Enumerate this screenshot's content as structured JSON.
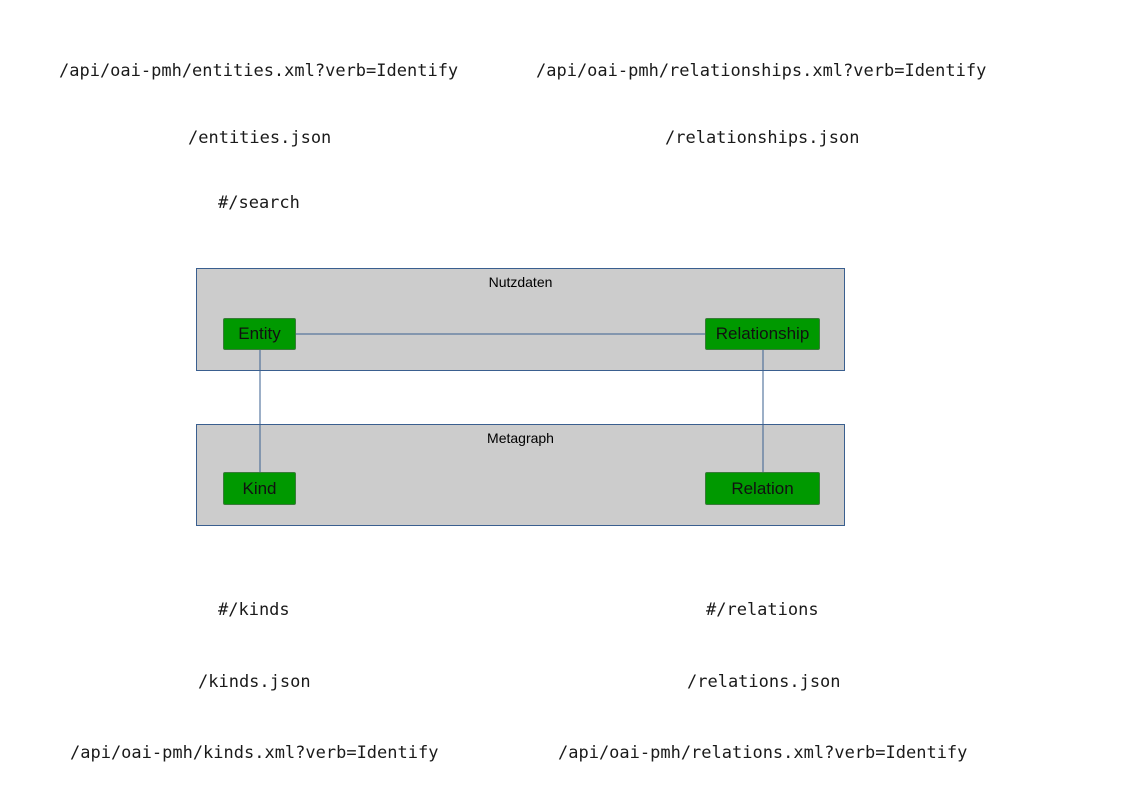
{
  "colors": {
    "group_fill": "#cccccc",
    "group_border": "#3a5f8f",
    "node_fill": "#009900",
    "connector": "#3a5f8f"
  },
  "urls": {
    "entities_oai": "/api/oai-pmh/entities.xml?verb=Identify",
    "relationships_oai": "/api/oai-pmh/relationships.xml?verb=Identify",
    "entities_json": "/entities.json",
    "relationships_json": "/relationships.json",
    "search": "#/search",
    "kinds_route": "#/kinds",
    "relations_route": "#/relations",
    "kinds_json": "/kinds.json",
    "relations_json": "/relations.json",
    "kinds_oai": "/api/oai-pmh/kinds.xml?verb=Identify",
    "relations_oai": "/api/oai-pmh/relations.xml?verb=Identify"
  },
  "groups": {
    "nutzdaten": {
      "title": "Nutzdaten",
      "nodes": {
        "entity": "Entity",
        "relationship": "Relationship"
      }
    },
    "metagraph": {
      "title": "Metagraph",
      "nodes": {
        "kind": "Kind",
        "relation": "Relation"
      }
    }
  },
  "edges": [
    {
      "from": "entity",
      "to": "relationship"
    },
    {
      "from": "entity",
      "to": "kind"
    },
    {
      "from": "relationship",
      "to": "relation"
    }
  ]
}
